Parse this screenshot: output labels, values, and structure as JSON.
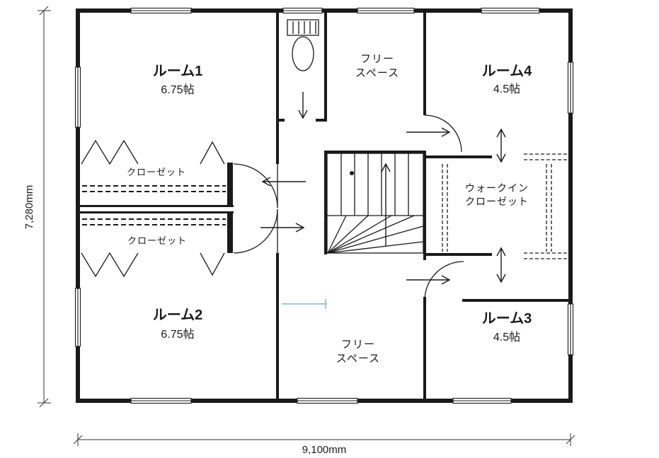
{
  "plan": {
    "rooms": [
      {
        "name": "ルーム1",
        "size": "6.75帖"
      },
      {
        "name": "ルーム2",
        "size": "6.75帖"
      },
      {
        "name": "ルーム3",
        "size": "4.5帖"
      },
      {
        "name": "ルーム4",
        "size": "4.5帖"
      }
    ],
    "free_space_top": {
      "line1": "フリー",
      "line2": "スペース"
    },
    "free_space_bottom": {
      "line1": "フリー",
      "line2": "スペース"
    },
    "closet_top": "クローゼット",
    "closet_bottom": "クローゼット",
    "wic": {
      "line1": "ウォークイン",
      "line2": "クローゼット"
    },
    "dimensions": {
      "height": "7,280mm",
      "width": "9,100mm"
    },
    "colors": {
      "wall": "#1a1a1a",
      "text": "#1a1a1a",
      "marker": "#85b7c6"
    }
  }
}
